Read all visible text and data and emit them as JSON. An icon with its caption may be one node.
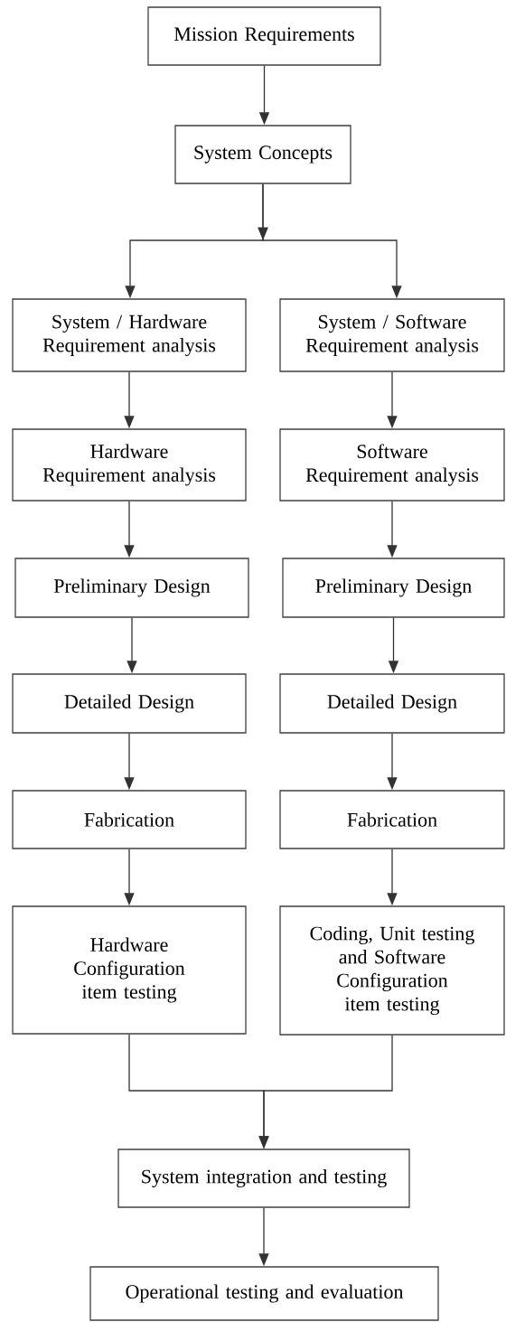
{
  "diagram": {
    "nodes": [
      {
        "text": [
          "Mission Requirements"
        ]
      },
      {
        "text": [
          "System Concepts"
        ]
      },
      {
        "text": [
          "System / Hardware Requirement analysis"
        ]
      },
      {
        "text": [
          "System / Software Requirement analysis"
        ]
      },
      {
        "text": [
          "Hardware Requirement analysis"
        ]
      },
      {
        "text": [
          "Software Requirement analysis"
        ]
      },
      {
        "text": [
          "Preliminary Design"
        ]
      },
      {
        "text": [
          "Preliminary Design"
        ]
      },
      {
        "text": [
          "Detailed Design"
        ]
      },
      {
        "text": [
          "Detailed Design"
        ]
      },
      {
        "text": [
          "Fabrication"
        ]
      },
      {
        "text": [
          "Fabrication"
        ]
      },
      {
        "text": [
          "Hardware Configuration item testing"
        ]
      },
      {
        "text": [
          "Coding, Unit testing and Software Configuration item testing"
        ]
      },
      {
        "text": [
          "System integration and testing"
        ]
      },
      {
        "text": [
          "Operational testing and evaluation"
        ]
      }
    ],
    "edges": [
      {
        "from": 0,
        "to": 1,
        "arrow": "to"
      },
      {
        "from": 1,
        "to": 2,
        "arrow": "to"
      },
      {
        "from": 1,
        "to": 3,
        "arrow": "to"
      },
      {
        "from": 2,
        "to": 4,
        "arrow": "to"
      },
      {
        "from": 3,
        "to": 5,
        "arrow": "to"
      },
      {
        "from": 4,
        "to": 6,
        "arrow": "to"
      },
      {
        "from": 5,
        "to": 7,
        "arrow": "to"
      },
      {
        "from": 6,
        "to": 8,
        "arrow": "to"
      },
      {
        "from": 7,
        "to": 9,
        "arrow": "to"
      },
      {
        "from": 8,
        "to": 10,
        "arrow": "to"
      },
      {
        "from": 9,
        "to": 11,
        "arrow": "to"
      },
      {
        "from": 10,
        "to": 12,
        "arrow": "to"
      },
      {
        "from": 11,
        "to": 13,
        "arrow": "to"
      },
      {
        "from": 12,
        "to": 14,
        "arrow": "to"
      },
      {
        "from": 13,
        "to": 14,
        "arrow": "to"
      },
      {
        "from": 14,
        "to": 15,
        "arrow": "to"
      }
    ]
  }
}
